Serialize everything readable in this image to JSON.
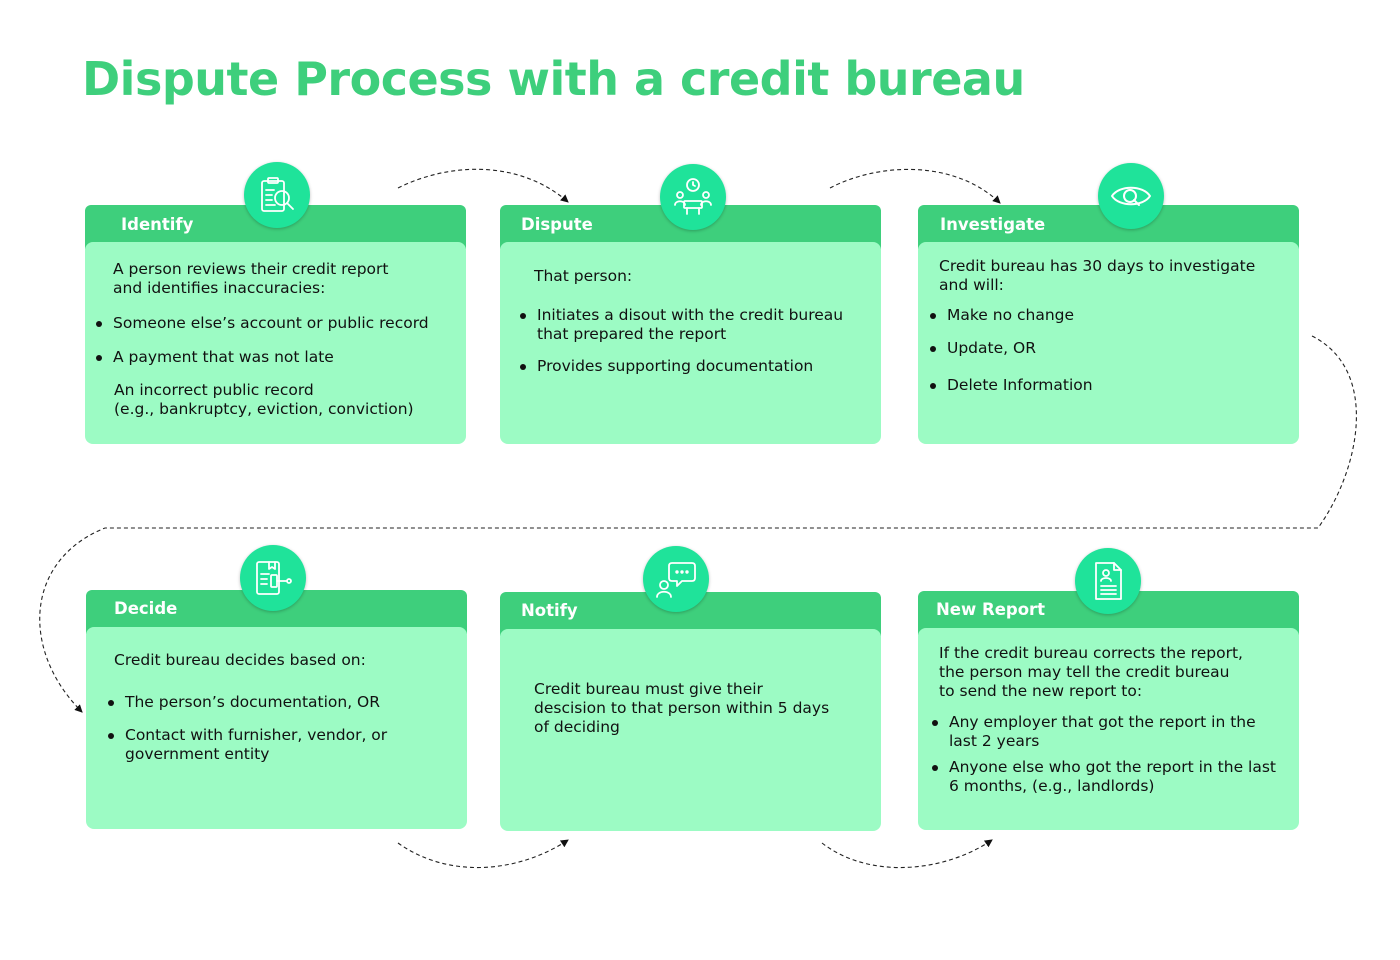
{
  "title": "Dispute Process with a credit bureau",
  "colors": {
    "title": "#3ecf7c",
    "header": "#3ecf7c",
    "body": "#9cfbc4",
    "icon": "#1fe39a"
  },
  "steps": [
    {
      "label": "Identify",
      "icon": "report-magnifier-icon",
      "intro": "A person reviews their credit report\nand identifies inaccuracies:",
      "bullets": [
        "Someone else’s account or public record",
        "A payment that was not late"
      ],
      "note": "An incorrect public record\n(e.g., bankruptcy, eviction, conviction)"
    },
    {
      "label": "Dispute",
      "icon": "meeting-clock-icon",
      "intro": "That person:",
      "bullets": [
        "Initiates a disout with the credit bureau\nthat prepared the report",
        "Provides supporting documentation"
      ]
    },
    {
      "label": "Investigate",
      "icon": "eye-magnifier-icon",
      "intro": "Credit bureau has 30 days to investigate\nand will:",
      "bullets": [
        "Make no change",
        "Update, OR",
        "Delete Information"
      ]
    },
    {
      "label": "Decide",
      "icon": "document-gavel-icon",
      "intro": "Credit bureau decides based on:",
      "bullets": [
        "The person’s documentation, OR",
        "Contact with furnisher, vendor, or\ngovernment entity"
      ]
    },
    {
      "label": "Notify",
      "icon": "person-chat-icon",
      "intro": "Credit bureau must give their\ndescision to that person within 5 days\nof deciding"
    },
    {
      "label": "New Report",
      "icon": "document-person-icon",
      "intro": "If the credit bureau corrects the report,\nthe person may tell the credit bureau\nto send the new report to:",
      "bullets": [
        "Any employer that got the report in the\nlast 2 years",
        "Anyone else who got the report in the last\n6 months, (e.g., landlords)"
      ]
    }
  ]
}
